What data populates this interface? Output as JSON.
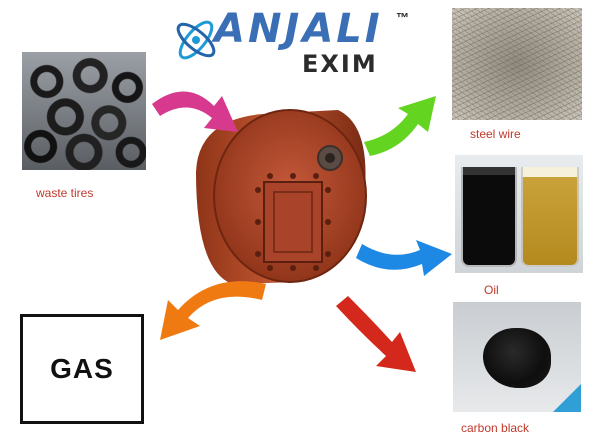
{
  "brand": {
    "name": "ANJALI",
    "trademark": "™",
    "subtitle": "EXIM",
    "icon": "atom-orbit-icon"
  },
  "inputs": [
    {
      "label": "waste tires",
      "icon": "tire-pile-photo"
    }
  ],
  "outputs": [
    {
      "label": "steel wire",
      "icon": "steel-wire-photo"
    },
    {
      "label": "Oil",
      "icon": "oil-beakers-photo"
    },
    {
      "label": "carbon black",
      "icon": "carbon-black-photo"
    },
    {
      "label": "GAS",
      "icon": "gas-box"
    }
  ],
  "center": {
    "icon": "pyrolysis-reactor-icon"
  },
  "colors": {
    "reactor": "#b44a2a",
    "label_text": "#c0392b",
    "arrow_tires": "#d6398e",
    "arrow_wire": "#63d41f",
    "arrow_oil": "#1e88e5",
    "arrow_gas": "#f07a12",
    "arrow_carbon": "#d4281c",
    "logo_blue": "#3a6fb6"
  }
}
